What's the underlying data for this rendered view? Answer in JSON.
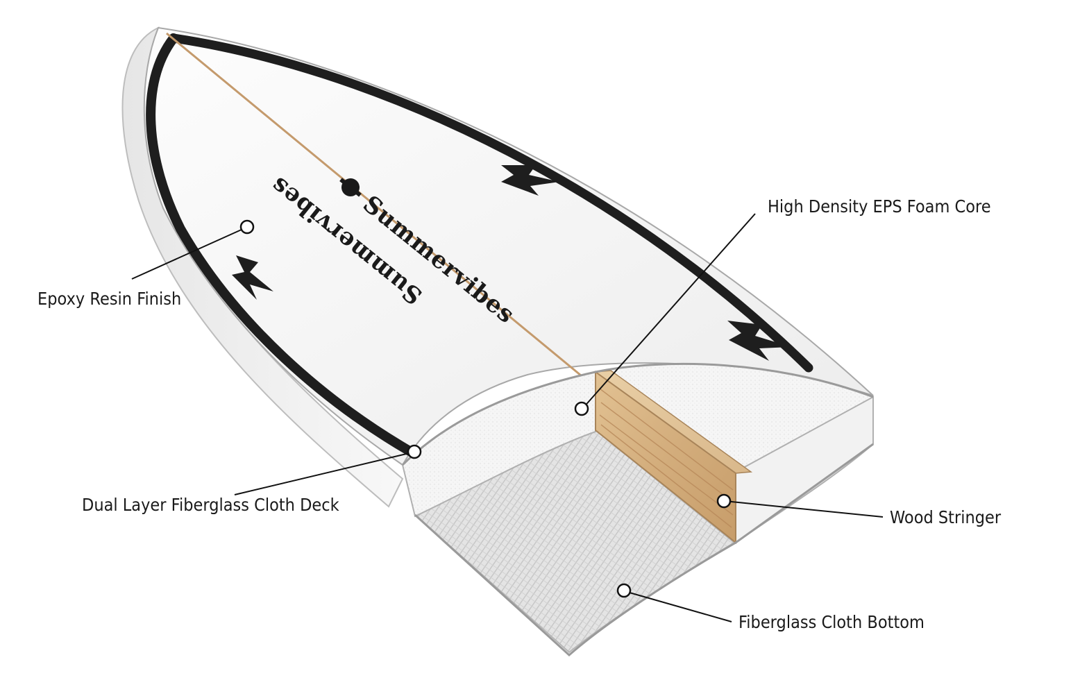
{
  "brand": {
    "name": "Summervibes",
    "logo_icon": "summervibes-logo-icon"
  },
  "callouts": [
    {
      "id": "epoxy",
      "label": "Epoxy Resin Finish"
    },
    {
      "id": "foam",
      "label": "High Density EPS Foam Core"
    },
    {
      "id": "deck",
      "label": "Dual Layer Fiberglass Cloth Deck"
    },
    {
      "id": "stringer",
      "label": "Wood Stringer"
    },
    {
      "id": "bottom",
      "label": "Fiberglass Cloth Bottom"
    }
  ],
  "colors": {
    "board": "#f4f4f4",
    "rail_stripe": "#222222",
    "stringer_line": "#c9a27a",
    "wood": "#d7b58a",
    "foam": "#f7f7f7",
    "cloth": "#d9d9d9"
  }
}
